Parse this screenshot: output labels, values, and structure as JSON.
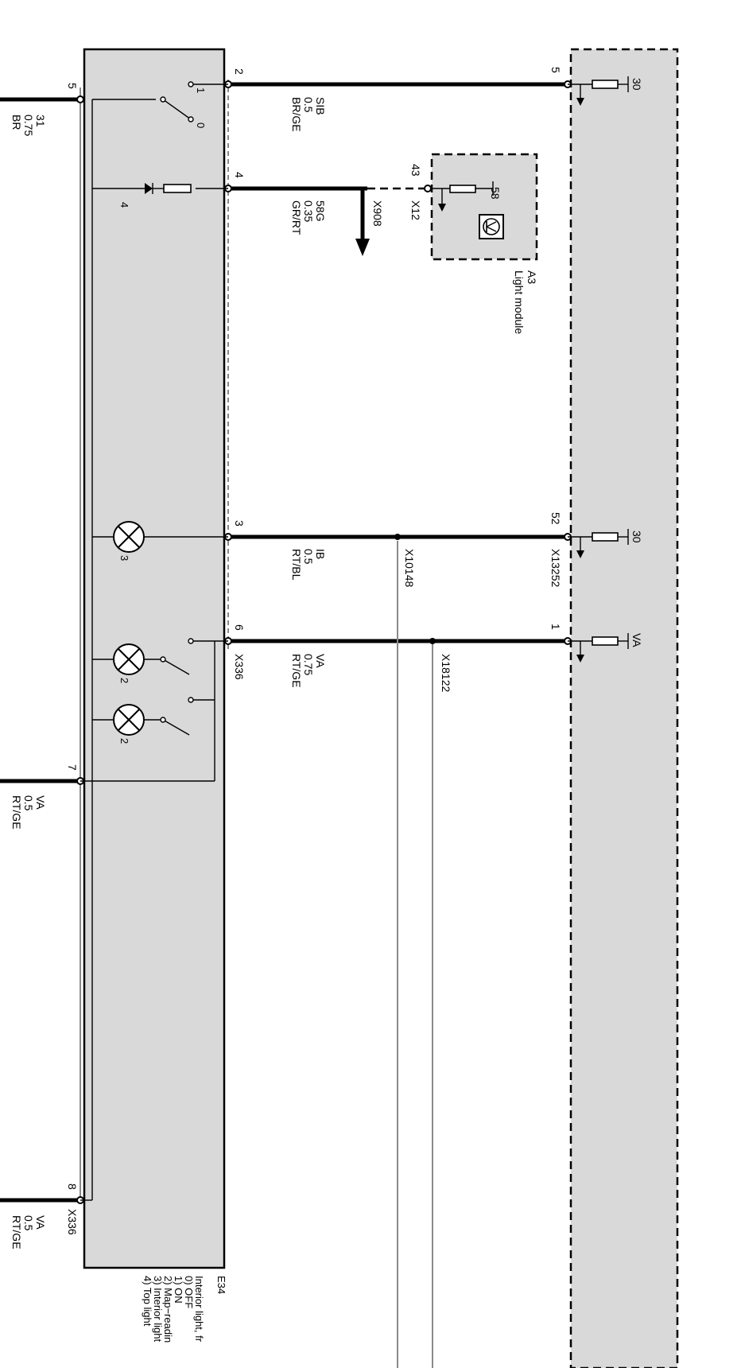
{
  "component": {
    "id": "E34",
    "title": "Interior light, fr",
    "legend": [
      "0) OFF",
      "1) ON",
      "2) Map−readin",
      "3) Interior light",
      "4) Top light"
    ]
  },
  "light_module": {
    "id": "A3",
    "name": "Light module",
    "pin": "43",
    "connector": "X12",
    "terminal": "58"
  },
  "pins": {
    "p2": "2",
    "p4": "4",
    "p3": "3",
    "p6": "6",
    "p5": "5",
    "p7": "7",
    "p8": "8",
    "r5": "5",
    "r52": "52",
    "r1": "1"
  },
  "connectors": {
    "x336_top": "X336",
    "x336_bottom": "X336",
    "x908": "X908",
    "x10148": "X10148",
    "x13252": "X13252",
    "x18122": "X18122"
  },
  "switch_positions": {
    "s1": "1",
    "s0": "0"
  },
  "part_numbers": {
    "diode": "4",
    "lamp3": "3",
    "lamp2a": "2",
    "lamp2b": "2"
  },
  "terminals": {
    "t30a": "30",
    "t30b": "30",
    "tva": "VA"
  },
  "wires": {
    "w2": [
      "SIB",
      "0.5",
      "BR/GE"
    ],
    "w4": [
      "58G",
      "0.35",
      "GR/RT"
    ],
    "w3": [
      "IB",
      "0.5",
      "RT/BL"
    ],
    "w6": [
      "VA",
      "0.75",
      "RT/GE"
    ],
    "w5": [
      "31",
      "0.75",
      "BR"
    ],
    "w7": [
      "VA",
      "0.5",
      "RT/GE"
    ],
    "w8": [
      "VA",
      "0.5",
      "RT/GE"
    ]
  },
  "colors": {
    "box_fill": "#d9d9d9",
    "wire": "#000000",
    "shield": "#8a8a8a"
  }
}
